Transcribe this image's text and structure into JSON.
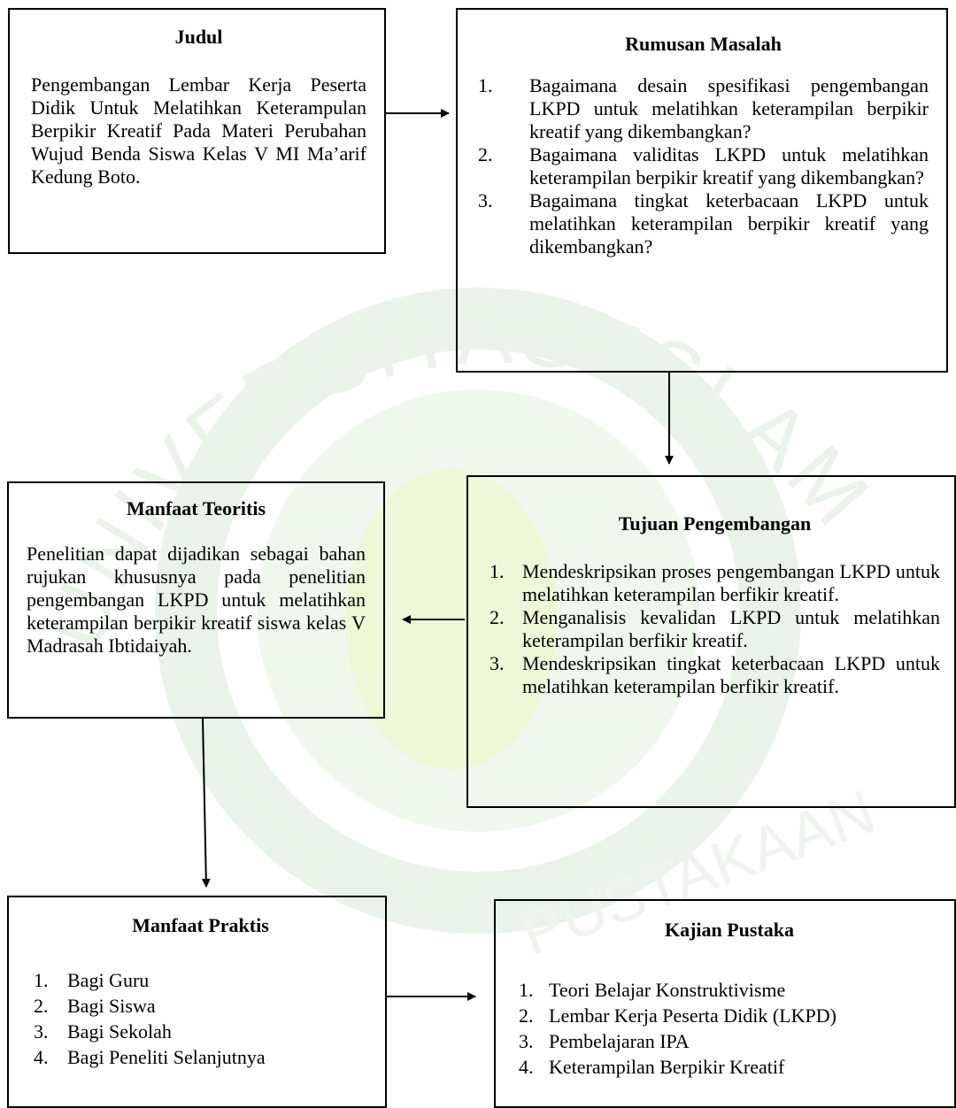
{
  "watermark": {
    "arc_text": "UNIVERSITAS ISLAM NEGERI MAULANA MALIK IBRAHIM",
    "bottom_text": "PUSTAKAAN"
  },
  "boxes": {
    "judul": {
      "title": "Judul",
      "body": "Pengembangan Lembar Kerja Peserta Didik Untuk Melatihkan Keterampulan Berpikir Kreatif Pada Materi Perubahan Wujud Benda Siswa Kelas V MI Ma’arif Kedung Boto."
    },
    "rumusan": {
      "title": "Rumusan Masalah",
      "items": [
        {
          "num": "1.",
          "text": "Bagaimana desain spesifikasi pengembangan LKPD untuk melatihkan keterampilan berpikir kreatif yang dikembangkan?"
        },
        {
          "num": "2.",
          "text": "Bagaimana validitas LKPD untuk melatihkan keterampilan berpikir kreatif yang dikembangkan?"
        },
        {
          "num": "3.",
          "text": "Bagaimana tingkat keterbacaan LKPD untuk melatihkan keterampilan berpikir kreatif yang dikembangkan?"
        }
      ]
    },
    "manfaat_teoritis": {
      "title": "Manfaat Teoritis",
      "body": "Penelitian dapat dijadikan sebagai bahan rujukan khususnya pada penelitian pengembangan LKPD untuk melatihkan keterampilan berpikir kreatif siswa kelas V Madrasah Ibtidaiyah."
    },
    "tujuan": {
      "title": "Tujuan Pengembangan",
      "items": [
        {
          "num": "1.",
          "text": "Mendeskripsikan proses pengembangan LKPD untuk melatihkan keterampilan berfikir kreatif."
        },
        {
          "num": "2.",
          "text": "Menganalisis kevalidan LKPD untuk melatihkan keterampilan berfikir kreatif."
        },
        {
          "num": "3.",
          "text": "Mendeskripsikan tingkat keterbacaan LKPD untuk melatihkan keterampilan berfikir kreatif."
        }
      ]
    },
    "manfaat_praktis": {
      "title": "Manfaat Praktis",
      "items": [
        {
          "num": "1.",
          "text": "Bagi Guru"
        },
        {
          "num": "2.",
          "text": "Bagi Siswa"
        },
        {
          "num": "3.",
          "text": "Bagi Sekolah"
        },
        {
          "num": "4.",
          "text": "Bagi Peneliti Selanjutnya"
        }
      ]
    },
    "kajian": {
      "title": "Kajian Pustaka",
      "items": [
        {
          "num": "1.",
          "text": "Teori Belajar Konstruktivisme"
        },
        {
          "num": "2.",
          "text": "Lembar Kerja Peserta Didik (LKPD)"
        },
        {
          "num": "3.",
          "text": "Pembelajaran IPA"
        },
        {
          "num": "4.",
          "text": "Keterampilan Berpikir Kreatif"
        }
      ]
    }
  }
}
